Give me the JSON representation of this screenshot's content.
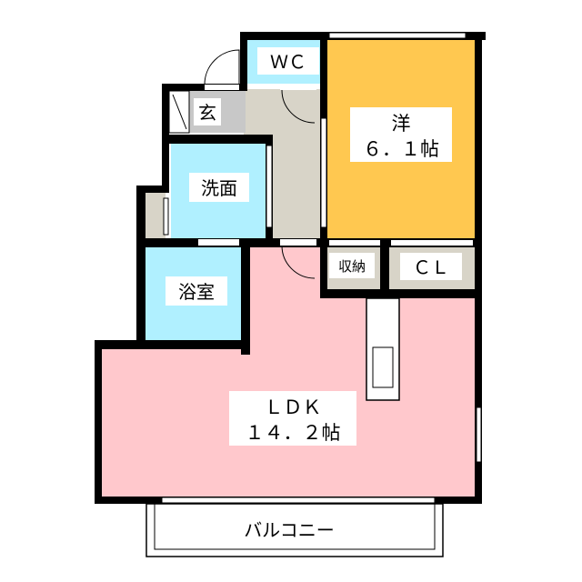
{
  "rooms": {
    "wc": {
      "label": "ＷＣ"
    },
    "entrance": {
      "label": "玄"
    },
    "western": {
      "label": "洋",
      "size": "６．１帖"
    },
    "washroom": {
      "label": "洗面"
    },
    "bathroom": {
      "label": "浴室"
    },
    "storage": {
      "label": "収納"
    },
    "closet": {
      "label": "ＣＬ"
    },
    "ldk": {
      "label": "ＬＤＫ",
      "size": "１４．２帖"
    },
    "balcony": {
      "label": "バルコニー"
    }
  },
  "colors": {
    "western": "#FFC850",
    "wet_areas": "#B0F0FF",
    "ldk": "#FFC8CC",
    "hall": "#D8D4C8",
    "entrance_floor": "#C8C8C8",
    "wall": "#000000"
  }
}
